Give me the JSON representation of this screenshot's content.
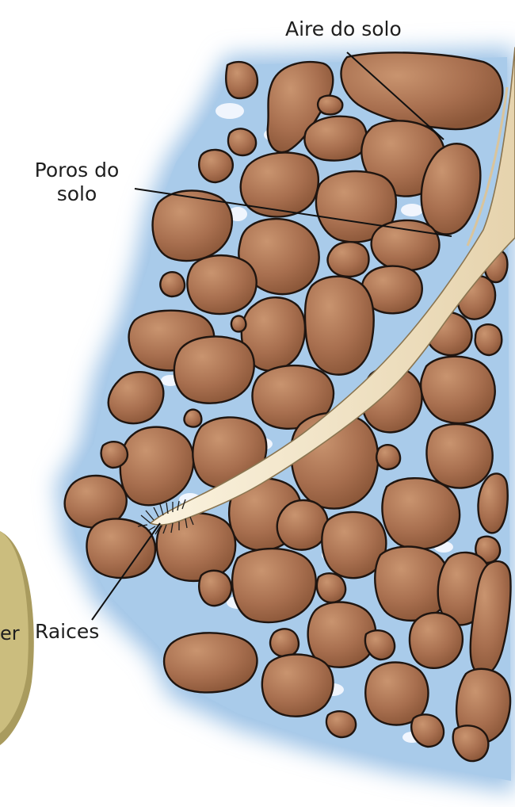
{
  "labels": {
    "soil_air": "Aire do solo",
    "soil_pores_line1": "Poros do",
    "soil_pores_line2": "solo",
    "roots": "Raices",
    "cut_off_edge_text": "er"
  },
  "colors": {
    "water_blue": "#9ec3e6",
    "water_blue_deep": "#7fb0dd",
    "pore_air": "#f4f8ff",
    "stone": "#a86f4f",
    "stone_light": "#c48f6b",
    "stone_outline": "#1f1510",
    "root": "#f1e4c6",
    "root_shade": "#d9c49c",
    "disc": "#cbbd7e",
    "disc_shade": "#a99b5e",
    "leader_line": "#111111"
  },
  "icons": {
    "stones": "soil-particle-shapes",
    "root": "plant-root-shape"
  }
}
